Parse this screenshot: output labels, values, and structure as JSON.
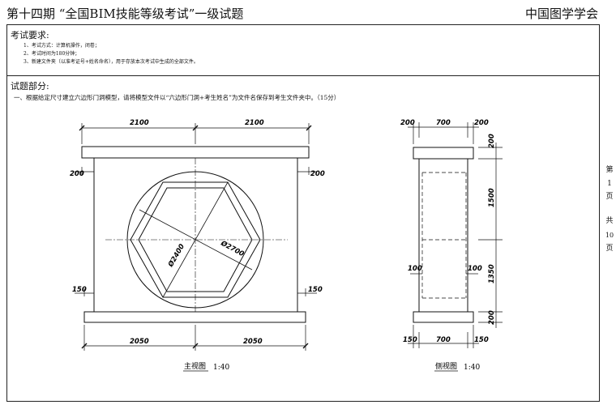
{
  "header": {
    "title": "第十四期 “全国BIM技能等级考试”一级试题",
    "org": "中国图学学会"
  },
  "requirements": {
    "heading": "考试要求:",
    "items": [
      "1、考试方式：计算机操作，闭卷；",
      "2、考试时间为180分钟；",
      "3、新建文件夹（以准考证号+姓名命名），用于存放本次考试中生成的全部文件。"
    ]
  },
  "questions": {
    "heading": "试题部分:",
    "q1": "一、根据给定尺寸建立六边形门洞模型，请将模型文件以“六边形门洞+考生姓名”为文件名保存到考生文件夹中。（15分）"
  },
  "front_view": {
    "dims": {
      "top_left": "2100",
      "top_right": "2100",
      "left_upper": "200",
      "right_upper": "200",
      "left_lower": "150",
      "right_lower": "150",
      "bottom_left": "2050",
      "bottom_right": "2050",
      "diam_hex": "Ø2400",
      "diam_circle": "Ø2700"
    },
    "caption": "主视图",
    "scale": "1:40"
  },
  "side_view": {
    "dims": {
      "top_l": "200",
      "top_m": "700",
      "top_r": "200",
      "right_1": "200",
      "right_2": "1500",
      "right_3": "1350",
      "right_4": "200",
      "mid_l": "100",
      "mid_r": "100",
      "bot_l": "150",
      "bot_m": "700",
      "bot_r": "150"
    },
    "caption": "侧视图",
    "scale": "1:40"
  },
  "page_indicator": {
    "di": "第",
    "page": "1",
    "ye": "页",
    "gong": "共",
    "total": "10",
    "ye2": "页"
  }
}
